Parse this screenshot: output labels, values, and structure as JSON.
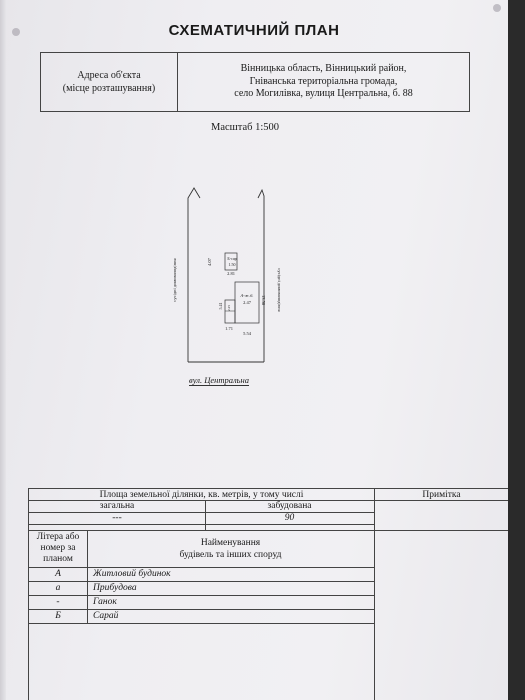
{
  "title": "СХЕМАТИЧНИЙ ПЛАН",
  "address": {
    "label_1": "Адреса об'єкта",
    "label_2": "(місце розташування)",
    "value_1": "Вінницька область, Вінницький район,",
    "value_2": "Гніванська територіальна громада,",
    "value_3": "село Могилівка, вулиця Центральна, б. 88"
  },
  "scale": "Масштаб 1:500",
  "plan": {
    "neighbor_left": "сусідні домоволодіння",
    "neighbor_right": "сусідні домоволодіння",
    "building_b": "Б-сар",
    "building_b_area": "1.50",
    "dim_4_07": "4.07",
    "dim_2_81": "2.81",
    "building_a": "А-ж.б.",
    "building_a_area": "2.47",
    "dim_5_41": "5.41",
    "dim_2_25": "2.25",
    "dim_1_71": "1.71",
    "dim_13_58": "13.58",
    "dim_5_54": "5.54",
    "street": "вул. Центральна"
  },
  "area_table": {
    "header": "Площа земельної ділянки, кв. метрів, у тому числі",
    "note_header": "Примітка",
    "total_label": "загальна",
    "built_label": "забудована",
    "total_value": "---",
    "built_value": "90"
  },
  "buildings_table": {
    "letter_header_1": "Літера або",
    "letter_header_2": "номер за",
    "letter_header_3": "планом",
    "name_header_1": "Найменування",
    "name_header_2": "будівель та інших споруд",
    "rows": [
      {
        "letter": "А",
        "name": "Житловий будинок"
      },
      {
        "letter": "а",
        "name": "Прибудова"
      },
      {
        "letter": "-",
        "name": "Ганок"
      },
      {
        "letter": "Б",
        "name": "Сарай"
      }
    ]
  }
}
